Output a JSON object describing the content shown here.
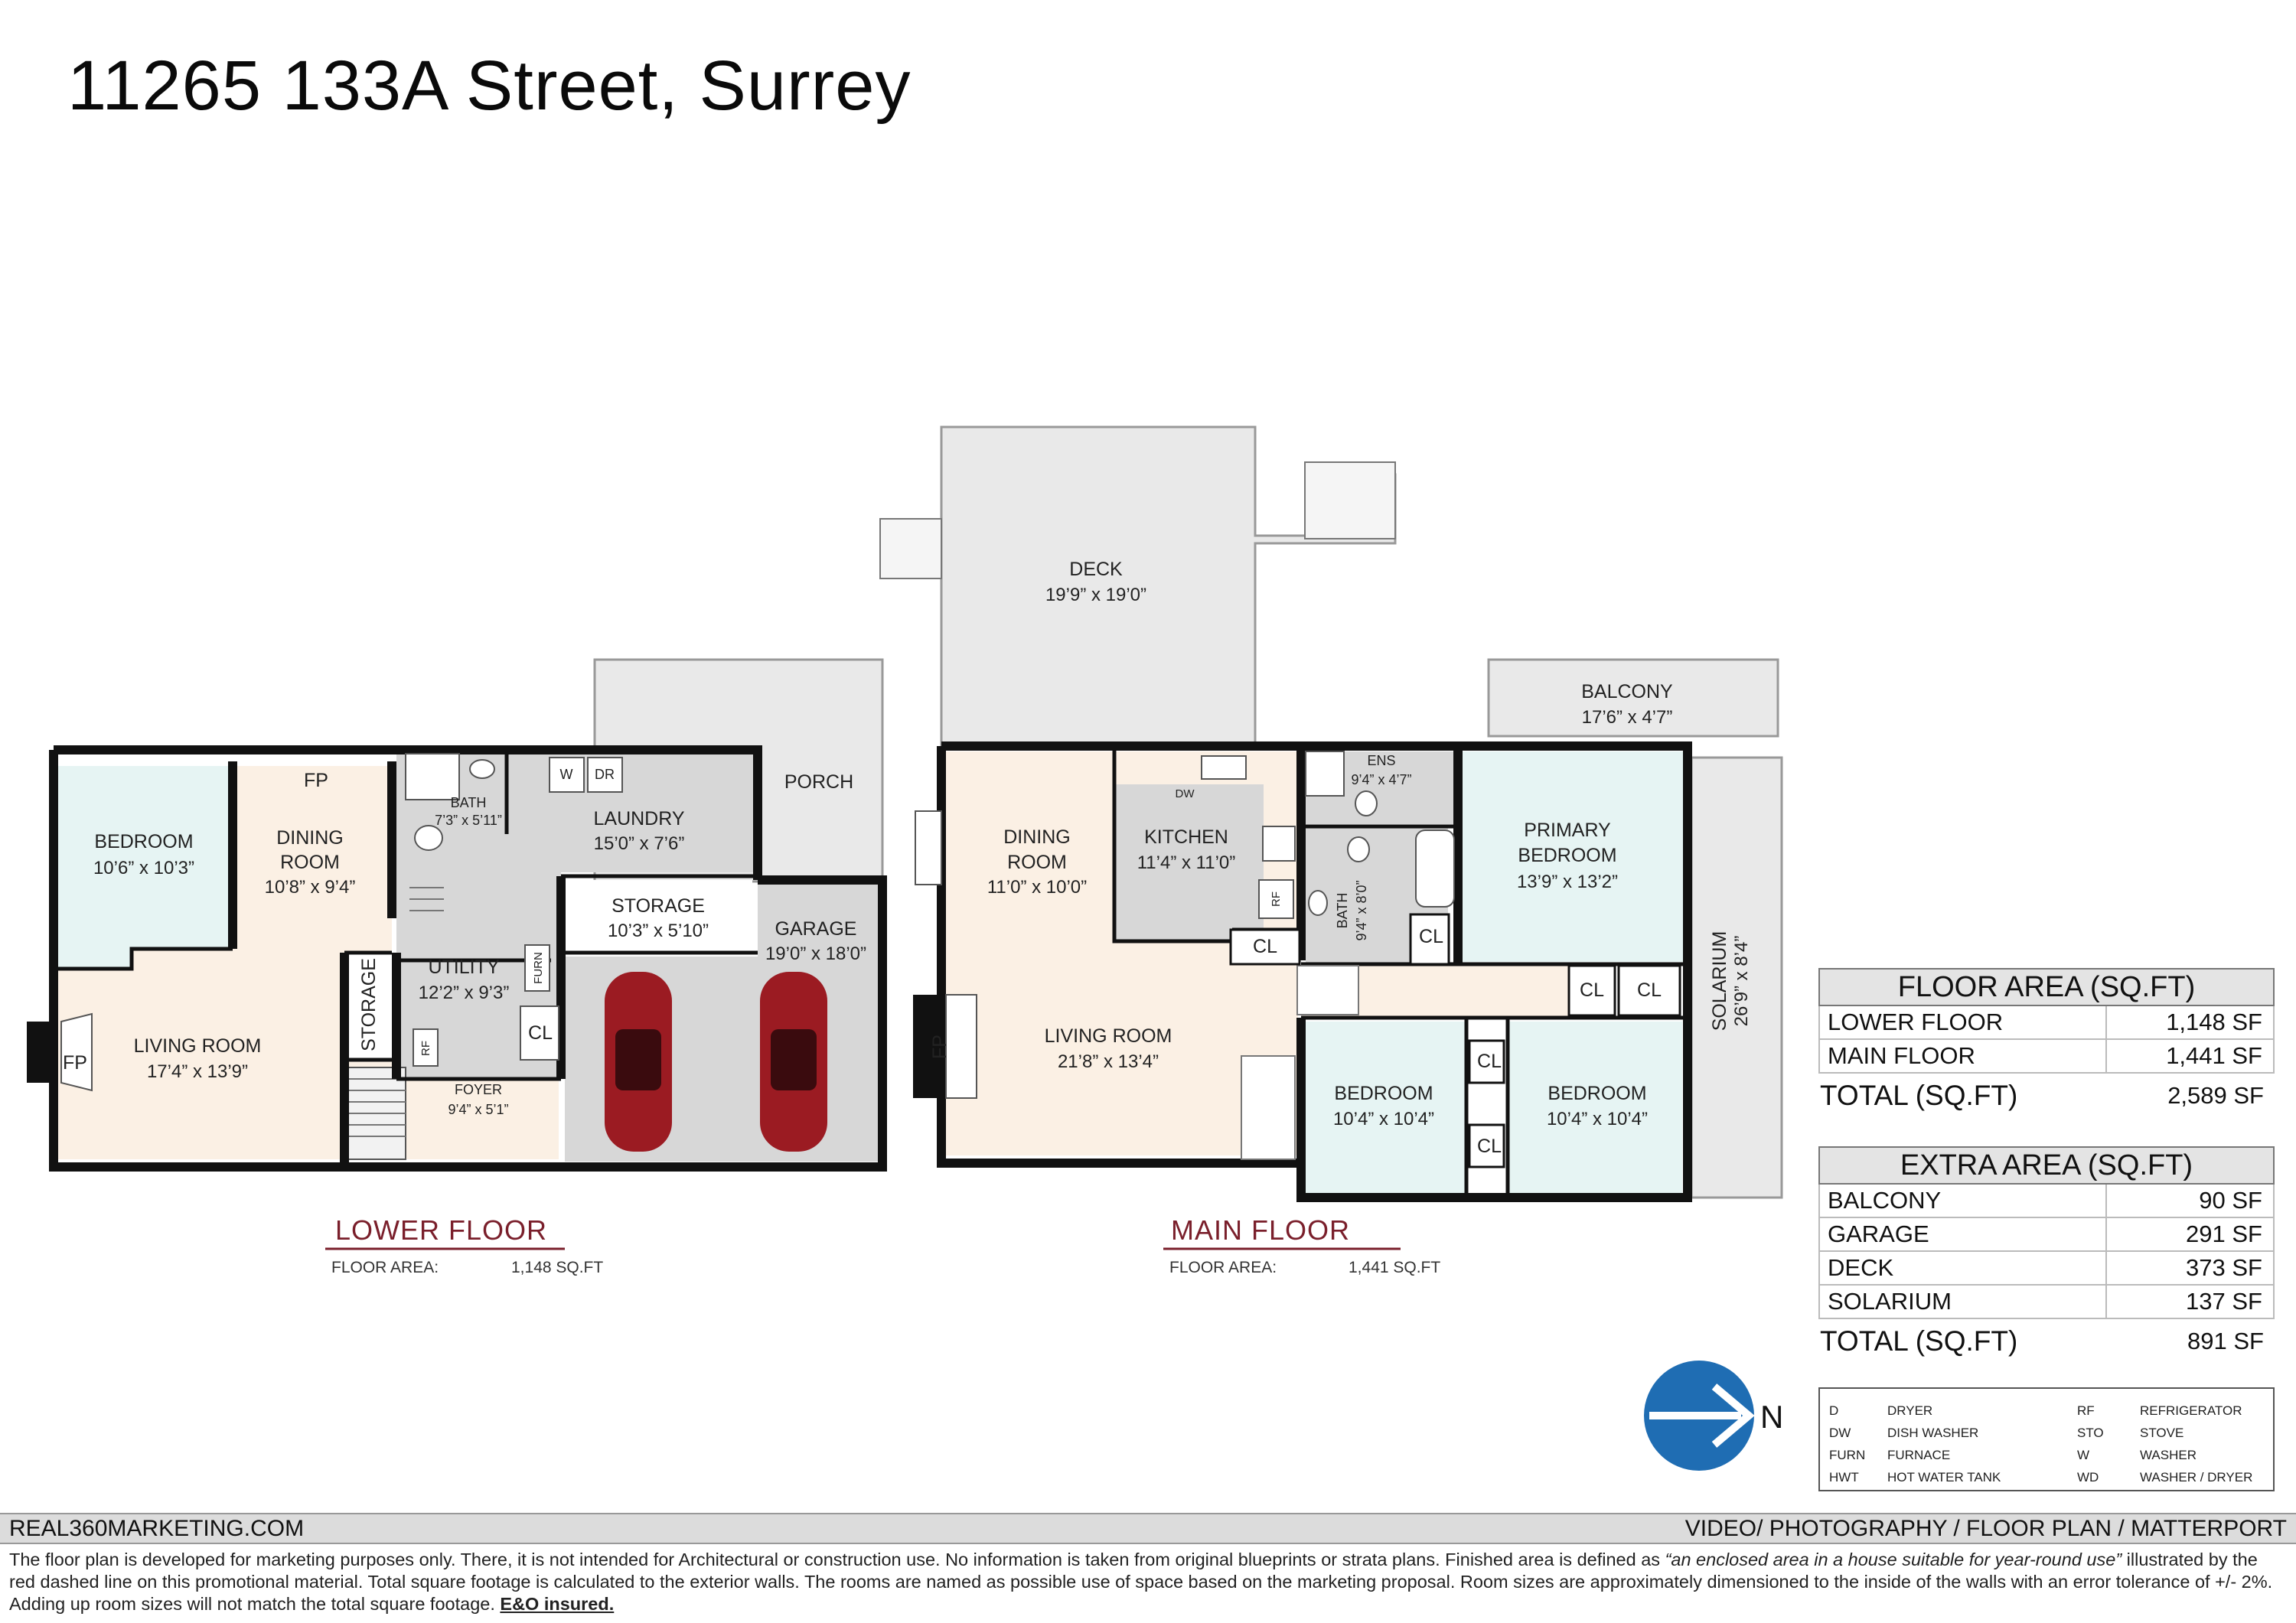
{
  "title": "11265 133A Street, Surrey",
  "lower_floor": {
    "label": "LOWER FLOOR",
    "area_label": "FLOOR AREA:",
    "area_value": "1,148 SQ.FT",
    "rooms": {
      "bedroom": {
        "name": "BEDROOM",
        "dim": "10’6” x 10’3”"
      },
      "dining": {
        "name1": "DINING",
        "name2": "ROOM",
        "dim": "10’8” x 9’4”"
      },
      "fp_top": "FP",
      "bath": {
        "name": "BATH",
        "dim": "7’3” x 5’11”"
      },
      "laundry": {
        "name": "LAUNDRY",
        "dim": "15’0” x 7’6”"
      },
      "w": "W",
      "dr": "DR",
      "porch": "PORCH",
      "storage": {
        "name": "STORAGE",
        "dim": "10’3” x 5’10”"
      },
      "garage": {
        "name": "GARAGE",
        "dim": "19’0” x 18’0”"
      },
      "utility": {
        "name": "UTILITY",
        "dim": "12’2” x 9’3”"
      },
      "furn": "FURN",
      "cl": "CL",
      "rf": "RF",
      "storage_v": "STORAGE",
      "living": {
        "name": "LIVING ROOM",
        "dim": "17’4” x 13’9”"
      },
      "fp_left": "FP",
      "foyer": {
        "name": "FOYER",
        "dim": "9’4” x 5’1”"
      }
    }
  },
  "main_floor": {
    "label": "MAIN FLOOR",
    "area_label": "FLOOR AREA:",
    "area_value": "1,441 SQ.FT",
    "rooms": {
      "deck": {
        "name": "DECK",
        "dim": "19’9” x 19’0”"
      },
      "balcony": {
        "name": "BALCONY",
        "dim": "17’6” x 4’7”"
      },
      "dining": {
        "name1": "DINING",
        "name2": "ROOM",
        "dim": "11’0” x 10’0”"
      },
      "kitchen": {
        "name": "KITCHEN",
        "dim": "11’4” x 11’0”"
      },
      "dw": "DW",
      "rf": "RF",
      "ens": {
        "name": "ENS",
        "dim": "9’4” x 4’7”"
      },
      "bath": {
        "name": "BATH",
        "dim": "9’4” x 8’0”"
      },
      "primary": {
        "name1": "PRIMARY",
        "name2": "BEDROOM",
        "dim": "13’9” x 13’2”"
      },
      "solarium": {
        "name": "SOLARIUM",
        "dim": "26’9” x 8’4”"
      },
      "living": {
        "name": "LIVING ROOM",
        "dim": "21’8” x 13’4”"
      },
      "fp": "FP",
      "cl": "CL",
      "bedroom1": {
        "name": "BEDROOM",
        "dim": "10’4” x 10’4”"
      },
      "bedroom2": {
        "name": "BEDROOM",
        "dim": "10’4” x 10’4”"
      }
    }
  },
  "floor_area_table": {
    "header": "FLOOR AREA (SQ.FT)",
    "rows": [
      {
        "label": "LOWER FLOOR",
        "value": "1,148 SF"
      },
      {
        "label": "MAIN FLOOR",
        "value": "1,441 SF"
      }
    ],
    "total_label": "TOTAL (SQ.FT)",
    "total_value": "2,589 SF"
  },
  "extra_area_table": {
    "header": "EXTRA AREA (SQ.FT)",
    "rows": [
      {
        "label": "BALCONY",
        "value": "90 SF"
      },
      {
        "label": "GARAGE",
        "value": "291 SF"
      },
      {
        "label": "DECK",
        "value": "373 SF"
      },
      {
        "label": "SOLARIUM",
        "value": "137 SF"
      }
    ],
    "total_label": "TOTAL (SQ.FT)",
    "total_value": "891 SF"
  },
  "compass": {
    "label": "N",
    "color": "#1f6db3"
  },
  "legend": [
    [
      "D",
      "DRYER",
      "RF",
      "REFRIGERATOR"
    ],
    [
      "DW",
      "DISH WASHER",
      "STO",
      "STOVE"
    ],
    [
      "FURN",
      "FURNACE",
      "W",
      "WASHER"
    ],
    [
      "HWT",
      "HOT WATER TANK",
      "WD",
      "WASHER / DRYER"
    ]
  ],
  "footer": {
    "left": "REAL360MARKETING.COM",
    "right": "VIDEO/ PHOTOGRAPHY / FLOOR PLAN / MATTERPORT"
  },
  "disclaimer": {
    "p1": "The floor plan is developed for marketing purposes only. There, it is not intended for Architectural or construction use. No information is  taken from original blueprints or strata plans. Finished area is defined as ",
    "quote": "“an enclosed area in a house suitable for year-round use”",
    "p2": " illustrated by the red dashed line on this promotional material. Total square footage is calculated to the exterior walls. The rooms are named as possible use of space based on the marketing proposal. Room sizes are approximately dimensioned to the inside of the walls with an error tolerance of +/- 2%. Adding up room sizes will not match the total square footage. ",
    "bold": "E&O insured."
  },
  "colors": {
    "bedroom": "#e6f4f3",
    "living": "#fbf0e4",
    "service": "#d7d7d7",
    "exterior": "#e9e9e9",
    "wall": "#111111",
    "car": "#9b1b22"
  }
}
